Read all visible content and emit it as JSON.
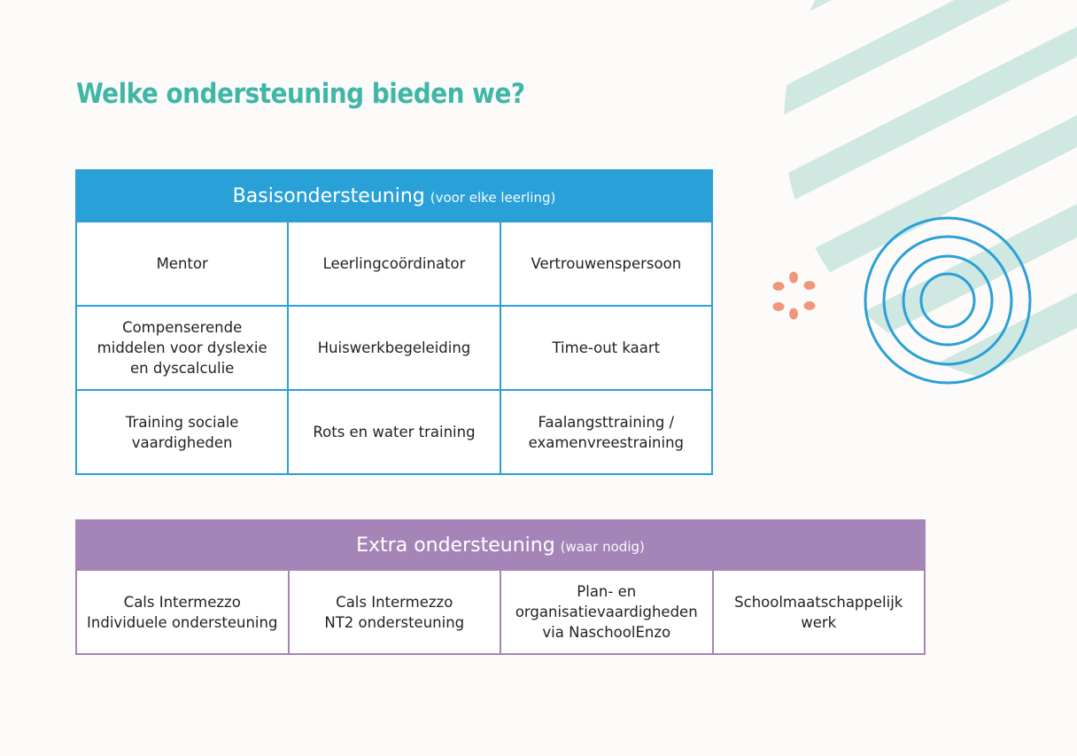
{
  "title": "Welke ondersteuning bieden we?",
  "colors": {
    "title": "#3fb7a6",
    "basis_accent": "#2aa0d8",
    "extra_accent": "#a585b8",
    "stripes": "#cfe8e1",
    "dots": "#f1967a"
  },
  "basis": {
    "heading": "Basisondersteuning",
    "subheading": "(voor elke leerling)",
    "cells": [
      "Mentor",
      "Leerlingcoördinator",
      "Vertrouwenspersoon",
      "Compenserende\nmiddelen voor dyslexie\nen dyscalculie",
      "Huiswerkbegeleiding",
      "Time-out kaart",
      "Training sociale\nvaardigheden",
      "Rots en water training",
      "Faalangsttraining /\nexamenvreestraining"
    ]
  },
  "extra": {
    "heading": "Extra ondersteuning",
    "subheading": "(waar nodig)",
    "cells": [
      "Cals Intermezzo\nIndividuele ondersteuning",
      "Cals Intermezzo\nNT2 ondersteuning",
      "Plan- en\norganisatievaardigheden\nvia NaschoolEnzo",
      "Schoolmaatschappelijk\nwerk"
    ]
  }
}
